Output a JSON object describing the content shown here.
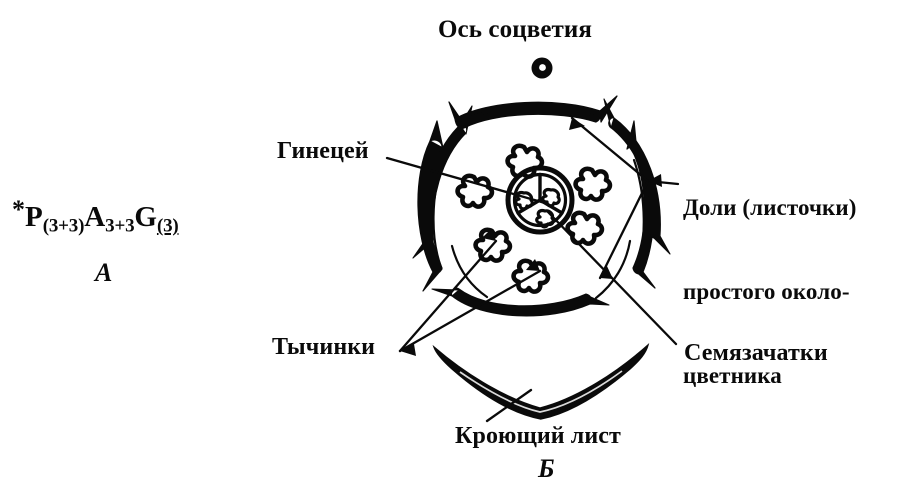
{
  "figure": {
    "title_axis": "Ось соцветия",
    "panel_a_letter": "А",
    "panel_b_letter": "Б",
    "formula": {
      "star": "*",
      "perianth_letter": "P",
      "perianth_sub": "(3+3)",
      "androecium_letter": "A",
      "androecium_sub": "3+3",
      "gynoecium_letter": "G",
      "gynoecium_sub": "(3)",
      "plain_text": "*P(3+3)A3+3G(3)"
    },
    "labels": {
      "gynoecium": "Гинецей",
      "tepals_line1": "Доли (листочки)",
      "tepals_line2": "простого около-",
      "tepals_line3": "цветника",
      "stamens": "Тычинки",
      "ovules": "Семязачатки",
      "bract": "Кроющий лист"
    },
    "colors": {
      "ink": "#0a0a0a",
      "background": "#ffffff"
    },
    "diagram_parts": {
      "axis_dot": "inflorescence-axis-dot",
      "tepal_count": 6,
      "tepal_whorls": 2,
      "stamen_count": 6,
      "carpel_count": 3,
      "bract": "subtending-bract"
    }
  }
}
